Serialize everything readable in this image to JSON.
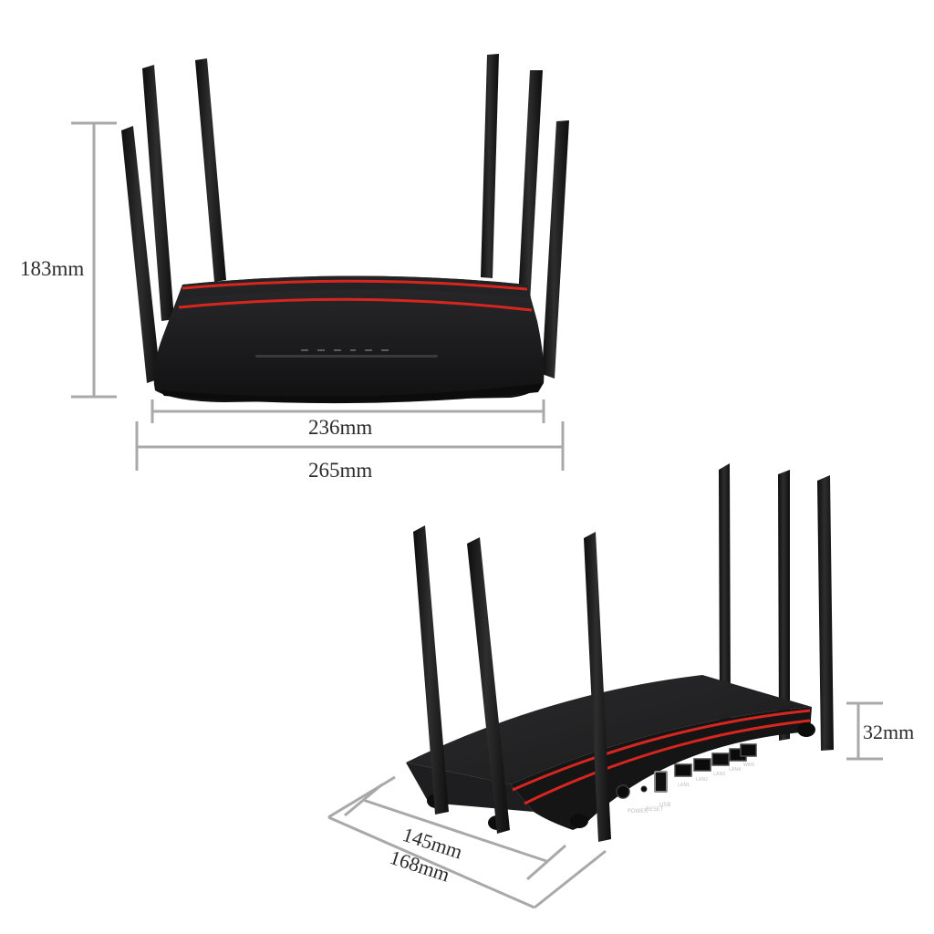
{
  "front_view": {
    "height_label": "183mm",
    "body_width_label": "236mm",
    "overall_width_label": "265mm"
  },
  "back_view": {
    "height_label": "32mm",
    "body_depth_label": "145mm",
    "overall_depth_label": "168mm",
    "port_labels": [
      "POWER",
      "RESET",
      "USB",
      "LAN1",
      "LAN2",
      "LAN3",
      "LAN4",
      "WAN"
    ]
  },
  "colors": {
    "router_body": "#1d1d1f",
    "antenna": "#1a1a1a",
    "accent_stripe": "#d6261f",
    "dimension_line": "#a9a9a9",
    "label_text": "#2b2b2b"
  }
}
